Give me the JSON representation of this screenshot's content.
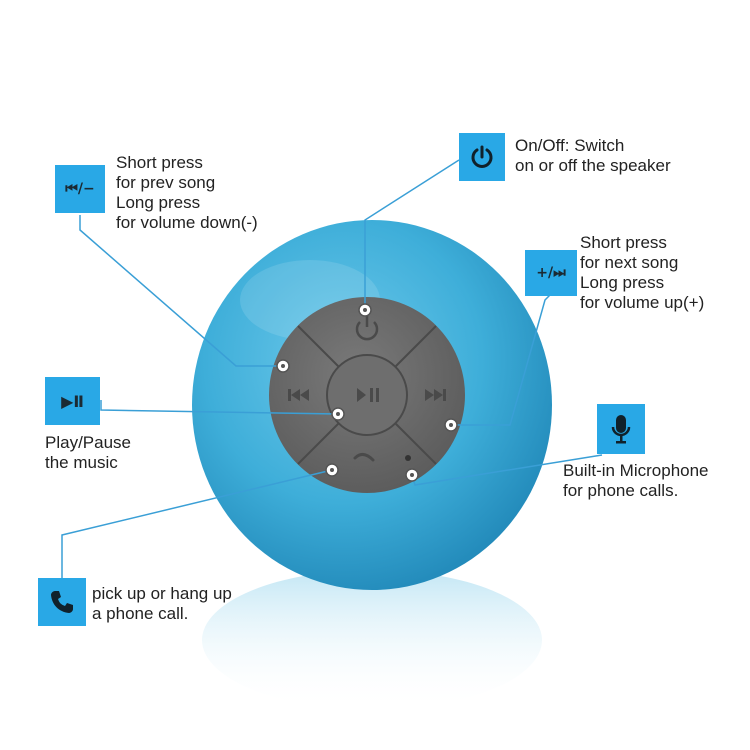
{
  "colors": {
    "accent": "#29a8e6",
    "speaker_body": "#3fb0dc",
    "button_panel": "#6a6a6a",
    "leader_line": "#3a9fd6"
  },
  "callouts": {
    "prev": {
      "icon": "prev-volume-down-icon",
      "icon_text": "⏮/−",
      "lines": [
        "Short press",
        "for prev song",
        "Long press",
        "for volume down(-)"
      ]
    },
    "power": {
      "icon": "power-icon",
      "lines": [
        "On/Off: Switch",
        "on or off the speaker"
      ]
    },
    "next": {
      "icon": "next-volume-up-icon",
      "icon_text": "+/⏭",
      "lines": [
        "Short press",
        "for next song",
        "Long press",
        "for volume up(+)"
      ]
    },
    "play": {
      "icon": "play-pause-icon",
      "icon_text": "▶Ⅱ",
      "lines": [
        "Play/Pause",
        "the music"
      ]
    },
    "mic": {
      "icon": "microphone-icon",
      "lines": [
        "Built-in Microphone",
        "for phone calls."
      ]
    },
    "phone": {
      "icon": "phone-icon",
      "lines": [
        "pick up or hang up",
        "a phone call."
      ]
    }
  }
}
